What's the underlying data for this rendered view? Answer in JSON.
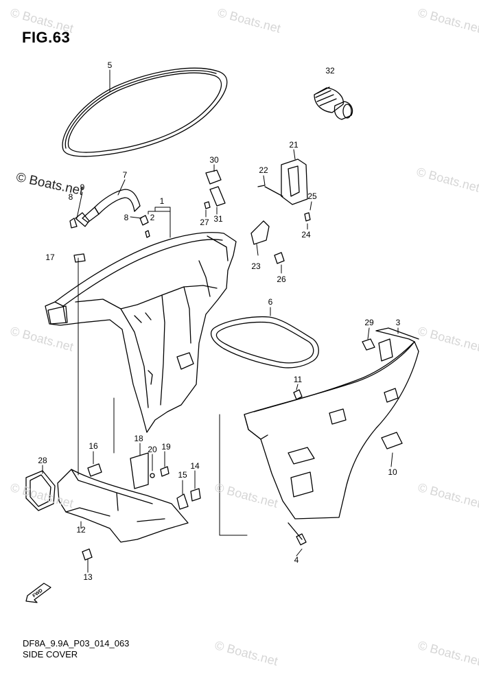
{
  "figure": {
    "title": "FIG.63",
    "copyright": "© Boats.net",
    "footer_code": "DF8A_9.9A_P03_014_063",
    "footer_title": "SIDE COVER",
    "watermark": "© Boats.net",
    "fwd_label": "FWD"
  },
  "callouts": [
    "1",
    "2",
    "3",
    "4",
    "5",
    "6",
    "7",
    "8",
    "8",
    "9",
    "10",
    "11",
    "12",
    "13",
    "14",
    "15",
    "16",
    "17",
    "18",
    "19",
    "20",
    "21",
    "22",
    "23",
    "24",
    "25",
    "26",
    "27",
    "28",
    "29",
    "30",
    "31",
    "32"
  ],
  "colors": {
    "line": "#000000",
    "watermark": "#d6d6d6",
    "background": "#ffffff"
  }
}
